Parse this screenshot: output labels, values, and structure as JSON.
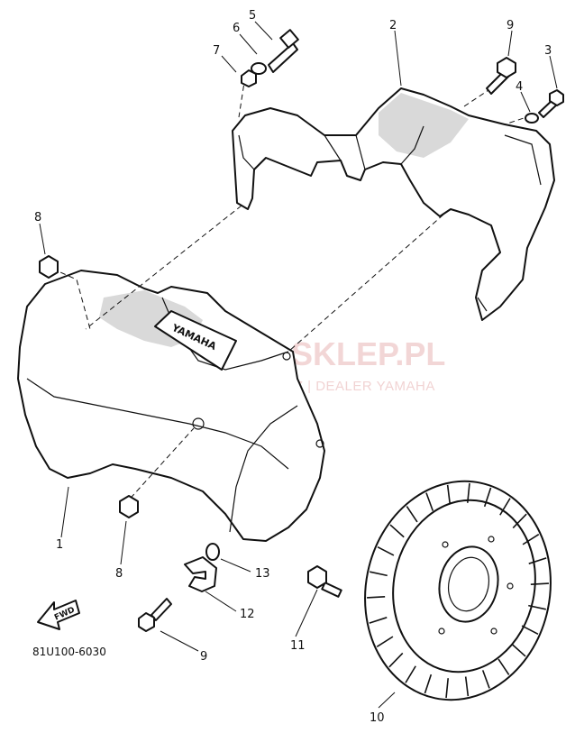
{
  "diagram": {
    "part_code": "81U100-6030",
    "brand_label": "YAMAHA",
    "fwd_label": "FWD",
    "watermark": {
      "main_text": "MA-SKLEP.PL",
      "sub_text": "WOJCIECHOWICZ | DEALER YAMAHA"
    },
    "callouts": [
      {
        "id": "c1",
        "label": "1"
      },
      {
        "id": "c2",
        "label": "2"
      },
      {
        "id": "c3",
        "label": "3"
      },
      {
        "id": "c4",
        "label": "4"
      },
      {
        "id": "c5",
        "label": "5"
      },
      {
        "id": "c6",
        "label": "6"
      },
      {
        "id": "c7",
        "label": "7"
      },
      {
        "id": "c8a",
        "label": "8"
      },
      {
        "id": "c8b",
        "label": "8"
      },
      {
        "id": "c9a",
        "label": "9"
      },
      {
        "id": "c9b",
        "label": "9"
      },
      {
        "id": "c10",
        "label": "10"
      },
      {
        "id": "c11",
        "label": "11"
      },
      {
        "id": "c12",
        "label": "12"
      },
      {
        "id": "c13",
        "label": "13"
      }
    ]
  },
  "colors": {
    "ink": "#111111",
    "watermark": "#e8b6b6",
    "shade": "#d9d9d9"
  }
}
